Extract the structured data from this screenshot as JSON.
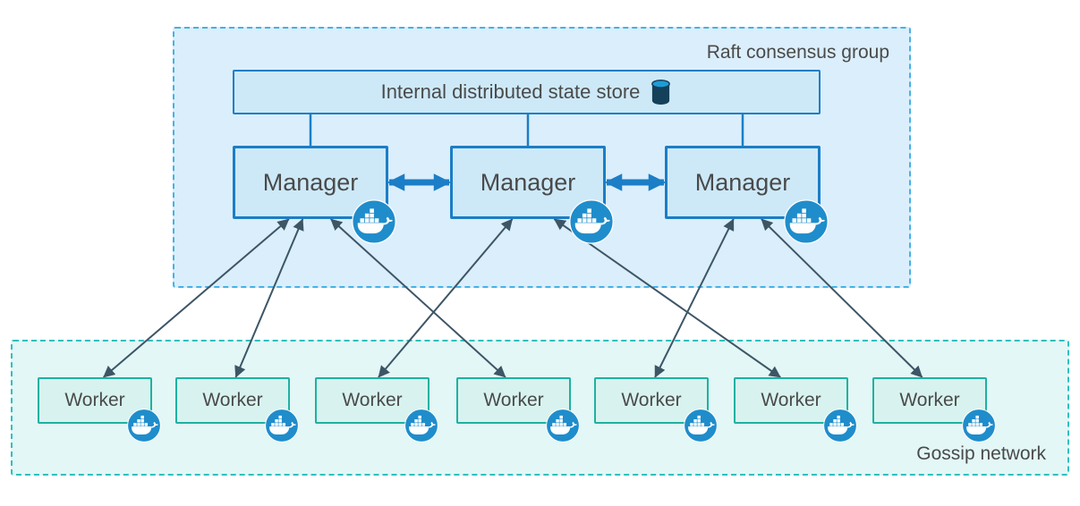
{
  "diagram": {
    "colors": {
      "background": "#ffffff",
      "raft_fill": "#dbeefb",
      "raft_border": "#44b2e5",
      "blue_node_fill": "#cde9f8",
      "blue_node_border": "#1b7ec6",
      "gossip_fill": "#e2f7f6",
      "gossip_border": "#2fc0bf",
      "worker_fill": "#d8f3ef",
      "worker_border": "#1fb1a2",
      "arrow_dark": "#3d5666",
      "arrow_blue": "#1b7ec6",
      "docker_blue": "#1f8dcb",
      "label_text": "#4a4a4a"
    },
    "raft_group": {
      "label": "Raft consensus group",
      "state_store": {
        "id": "store",
        "label": "Internal distributed state store",
        "icon": "database-cylinder-icon"
      },
      "managers": [
        {
          "id": "m1",
          "label": "Manager",
          "icon": "docker-whale-icon"
        },
        {
          "id": "m2",
          "label": "Manager",
          "icon": "docker-whale-icon"
        },
        {
          "id": "m3",
          "label": "Manager",
          "icon": "docker-whale-icon"
        }
      ]
    },
    "gossip_network": {
      "label": "Gossip network",
      "workers": [
        {
          "id": "w1",
          "label": "Worker",
          "icon": "docker-whale-icon"
        },
        {
          "id": "w2",
          "label": "Worker",
          "icon": "docker-whale-icon"
        },
        {
          "id": "w3",
          "label": "Worker",
          "icon": "docker-whale-icon"
        },
        {
          "id": "w4",
          "label": "Worker",
          "icon": "docker-whale-icon"
        },
        {
          "id": "w5",
          "label": "Worker",
          "icon": "docker-whale-icon"
        },
        {
          "id": "w6",
          "label": "Worker",
          "icon": "docker-whale-icon"
        },
        {
          "id": "w7",
          "label": "Worker",
          "icon": "docker-whale-icon"
        }
      ]
    },
    "edges": {
      "store_to_managers": [
        "m1",
        "m2",
        "m3"
      ],
      "manager_peer_links": [
        [
          "m1",
          "m2"
        ],
        [
          "m2",
          "m3"
        ]
      ],
      "manager_worker_links": [
        [
          "m1",
          "w1"
        ],
        [
          "m1",
          "w2"
        ],
        [
          "m1",
          "w4"
        ],
        [
          "m2",
          "w3"
        ],
        [
          "m2",
          "w6"
        ],
        [
          "m3",
          "w5"
        ],
        [
          "m3",
          "w7"
        ]
      ]
    }
  }
}
